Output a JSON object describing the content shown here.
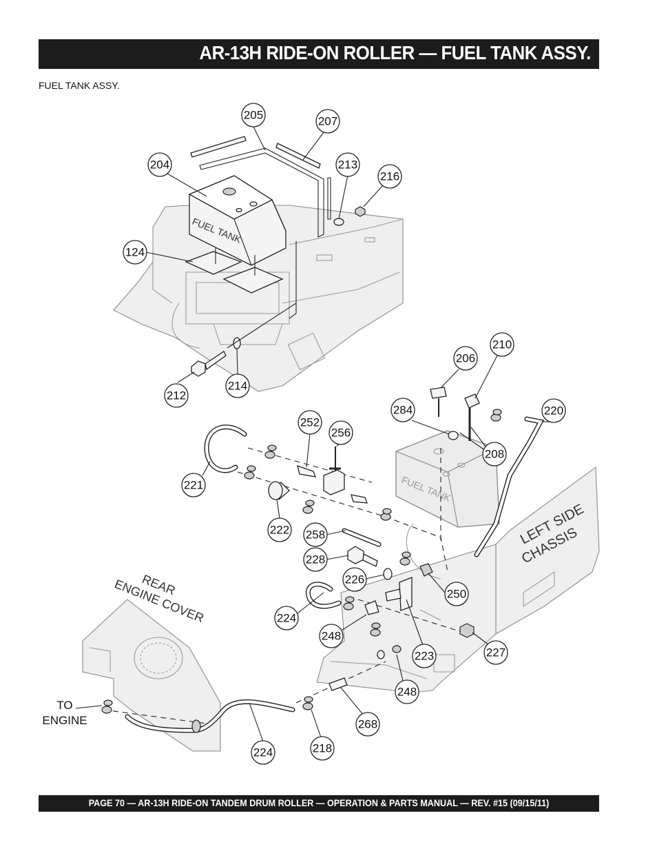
{
  "header": {
    "title": "AR-13H RIDE-ON ROLLER — FUEL TANK ASSY."
  },
  "section_label": "FUEL TANK ASSY.",
  "diagram_text": {
    "fuel_tank_upper": "FUEL TANK",
    "fuel_tank_lower": "FUEL TANK",
    "left_side_chassis_1": "LEFT SIDE",
    "left_side_chassis_2": "CHASSIS",
    "rear_cover_1": "REAR",
    "rear_cover_2": "ENGINE COVER",
    "to_engine_1": "TO",
    "to_engine_2": "ENGINE"
  },
  "callouts": {
    "c205": "205",
    "c207": "207",
    "c204": "204",
    "c213": "213",
    "c216": "216",
    "c124": "124",
    "c212": "212",
    "c214": "214",
    "c210": "210",
    "c206": "206",
    "c284": "284",
    "c220": "220",
    "c208": "208",
    "c252": "252",
    "c256": "256",
    "c221": "221",
    "c222": "222",
    "c258": "258",
    "c228": "228",
    "c226": "226",
    "c250": "250",
    "c224a": "224",
    "c248a": "248",
    "c223": "223",
    "c227": "227",
    "c248b": "248",
    "c268": "268",
    "c224b": "224",
    "c218": "218"
  },
  "footer": {
    "text": "PAGE 70 — AR-13H RIDE-ON TANDEM DRUM ROLLER — OPERATION & PARTS MANUAL — REV. #15 (09/15/11)"
  }
}
